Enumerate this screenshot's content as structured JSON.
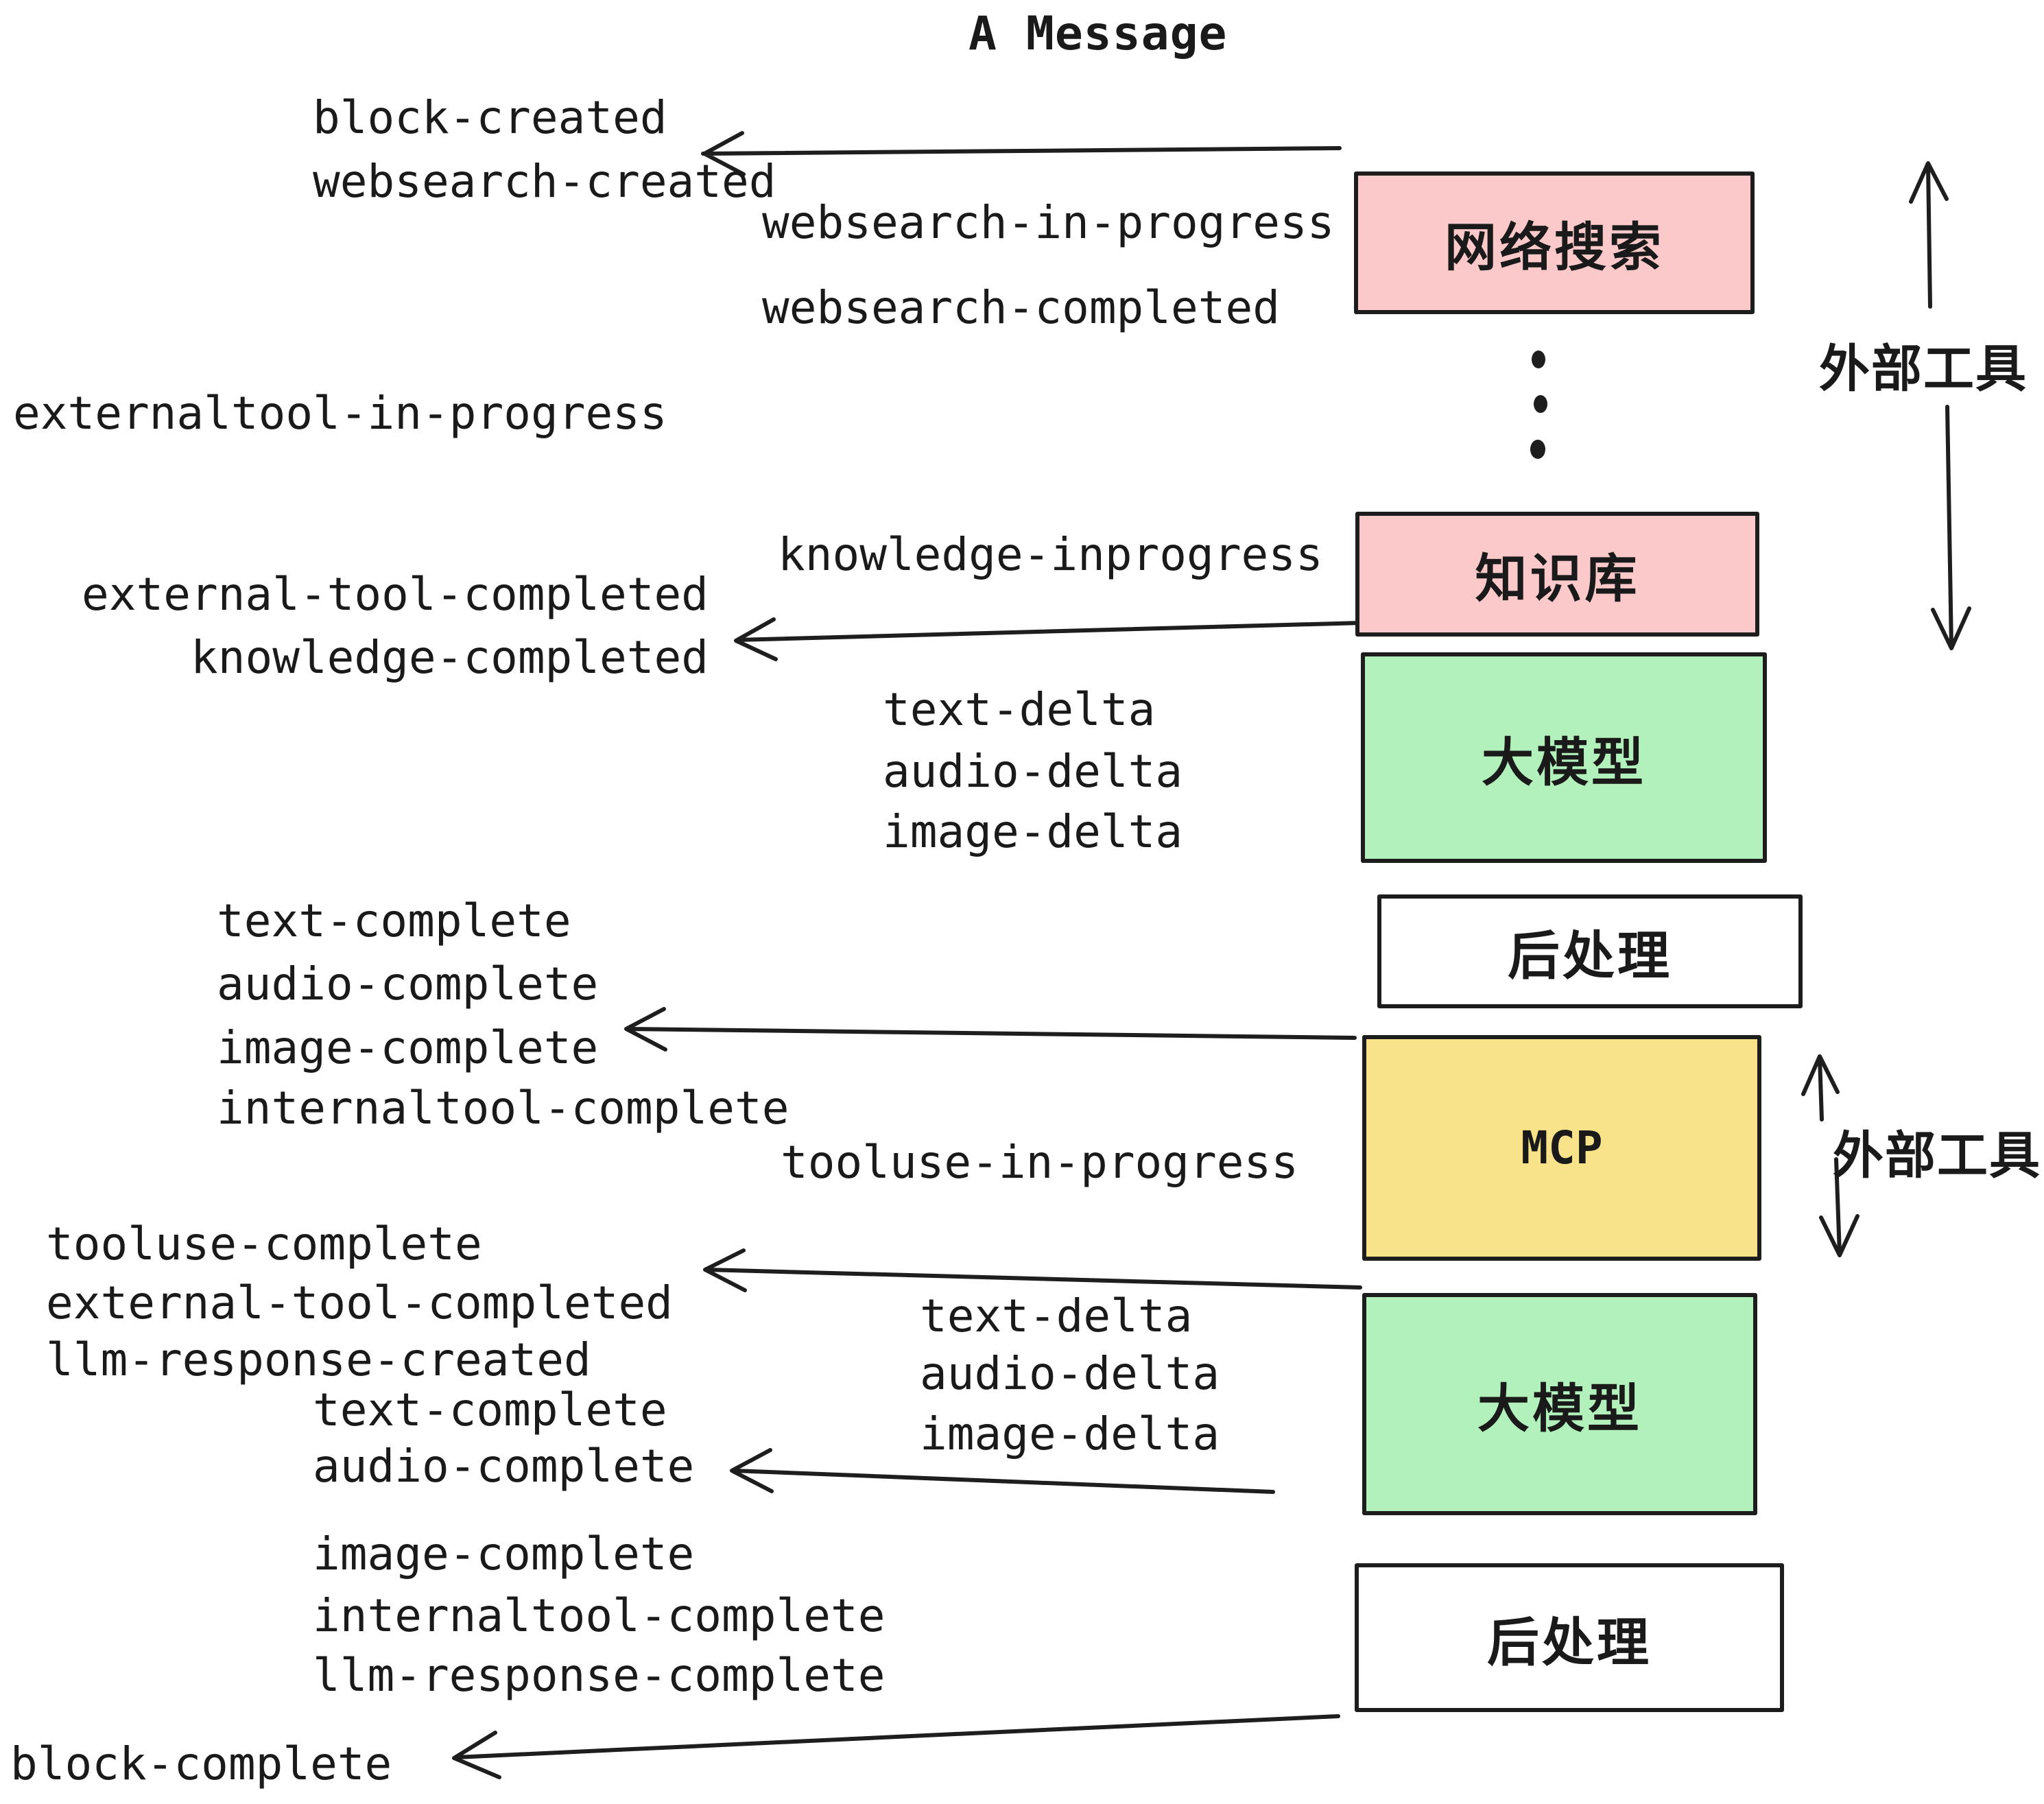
{
  "title": "A Message",
  "colors": {
    "ink": "#1e1e1e",
    "pink": "#fbc9ca",
    "green": "#b2f0bc",
    "yellow": "#f9e38a",
    "white": "#ffffff"
  },
  "events": {
    "block_created": "block-created",
    "websearch_created": "websearch-created",
    "websearch_in_progress": "websearch-in-progress",
    "websearch_completed": "websearch-completed",
    "externaltool_in_progress": "externaltool-in-progress",
    "knowledge_inprogress": "knowledge-inprogress",
    "external_tool_completed": "external-tool-completed",
    "knowledge_completed": "knowledge-completed",
    "text_delta": "text-delta",
    "audio_delta": "audio-delta",
    "image_delta": "image-delta",
    "text_complete": "text-complete",
    "audio_complete": "audio-complete",
    "image_complete": "image-complete",
    "internaltool_complete": "internaltool-complete",
    "tooluse_in_progress": "tooluse-in-progress",
    "tooluse_complete": "tooluse-complete",
    "llm_response_created": "llm-response-created",
    "llm_response_complete": "llm-response-complete",
    "block_complete": "block-complete"
  },
  "boxes": {
    "websearch": {
      "label": "网络搜索",
      "fill": "#fbc9ca"
    },
    "knowledge": {
      "label": "知识库",
      "fill": "#fbc9ca"
    },
    "llm1": {
      "label": "大模型",
      "fill": "#b2f0bc"
    },
    "post1": {
      "label": "后处理",
      "fill": "#ffffff"
    },
    "mcp": {
      "label": "MCP",
      "fill": "#f9e38a"
    },
    "llm2": {
      "label": "大模型",
      "fill": "#b2f0bc"
    },
    "post2": {
      "label": "后处理",
      "fill": "#ffffff"
    }
  },
  "annotations": {
    "external_tools_top": "外部工具",
    "external_tools_mcp": "外部工具",
    "ellipsis_icon": "vertical-ellipsis"
  }
}
